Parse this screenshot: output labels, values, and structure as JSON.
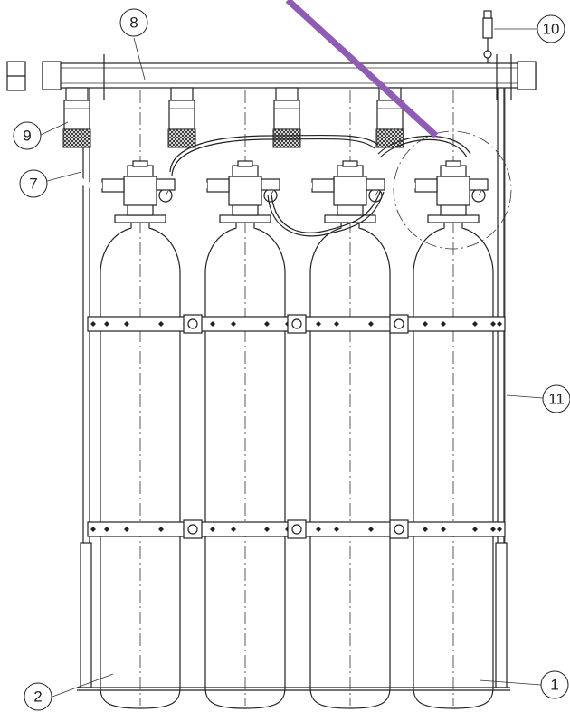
{
  "callouts": [
    {
      "id": "1",
      "label": "1"
    },
    {
      "id": "2",
      "label": "2"
    },
    {
      "id": "7",
      "label": "7"
    },
    {
      "id": "8",
      "label": "8"
    },
    {
      "id": "9",
      "label": "9"
    },
    {
      "id": "10",
      "label": "10"
    },
    {
      "id": "11",
      "label": "11"
    }
  ],
  "colors": {
    "line": "#222222",
    "overlay_stroke": "#8f5bb5",
    "background": "#ffffff"
  },
  "cylinder_count": 4
}
